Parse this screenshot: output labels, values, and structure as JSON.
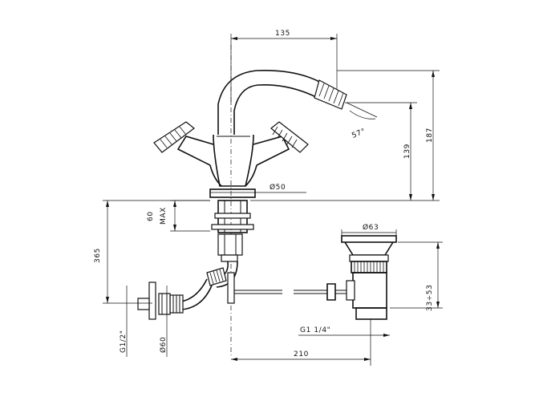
{
  "dimensions": {
    "width_top": "135",
    "height_total": "187",
    "height_spout": "139",
    "angle": "57°",
    "base_diameter": "Ø50",
    "max_thickness_value": "60",
    "max_thickness_word": "MAX",
    "below_length": "365",
    "inlet_thread": "G1/2\"",
    "inlet_diameter": "Ø60",
    "waste_diameter": "Ø63",
    "waste_adjust": "33÷53",
    "waste_thread": "G1 1/4\"",
    "waste_offset": "210"
  }
}
